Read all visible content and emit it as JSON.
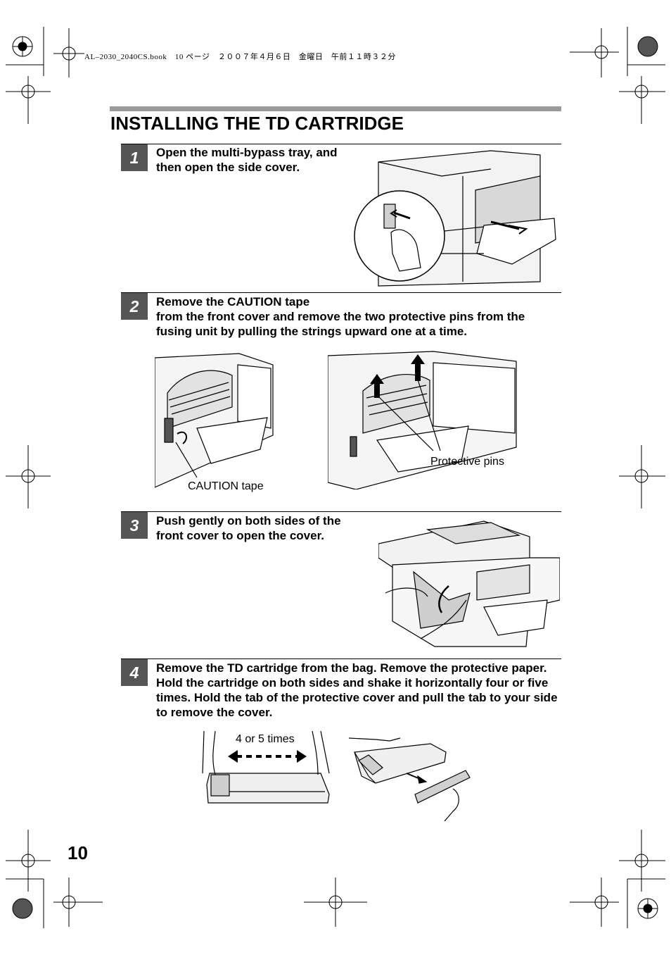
{
  "header": {
    "print_slug": "AL–2030_2040CS.book　10 ページ　２００７年４月６日　金曜日　午前１１時３２分"
  },
  "page_title": "INSTALLING THE TD CARTRIDGE",
  "steps": [
    {
      "number": "1",
      "text": "Open the multi-bypass tray, and then open the side cover."
    },
    {
      "number": "2",
      "heading": "Remove the CAUTION tape",
      "text": "from the front cover and remove the two protective pins from the fusing unit by pulling the strings upward one at a time."
    },
    {
      "number": "3",
      "text": "Push gently on both sides of the front cover to open the cover."
    },
    {
      "number": "4",
      "text": "Remove the TD cartridge from the bag. Remove the protective paper. Hold the cartridge on both sides and shake it horizontally four or five times. Hold the tab of the protective cover and pull the tab to your side to remove the cover."
    }
  ],
  "captions": {
    "caution_tape": "CAUTION tape",
    "protective_pins": "Protective pins",
    "shake_times": "4 or 5 times"
  },
  "page_number": "10"
}
